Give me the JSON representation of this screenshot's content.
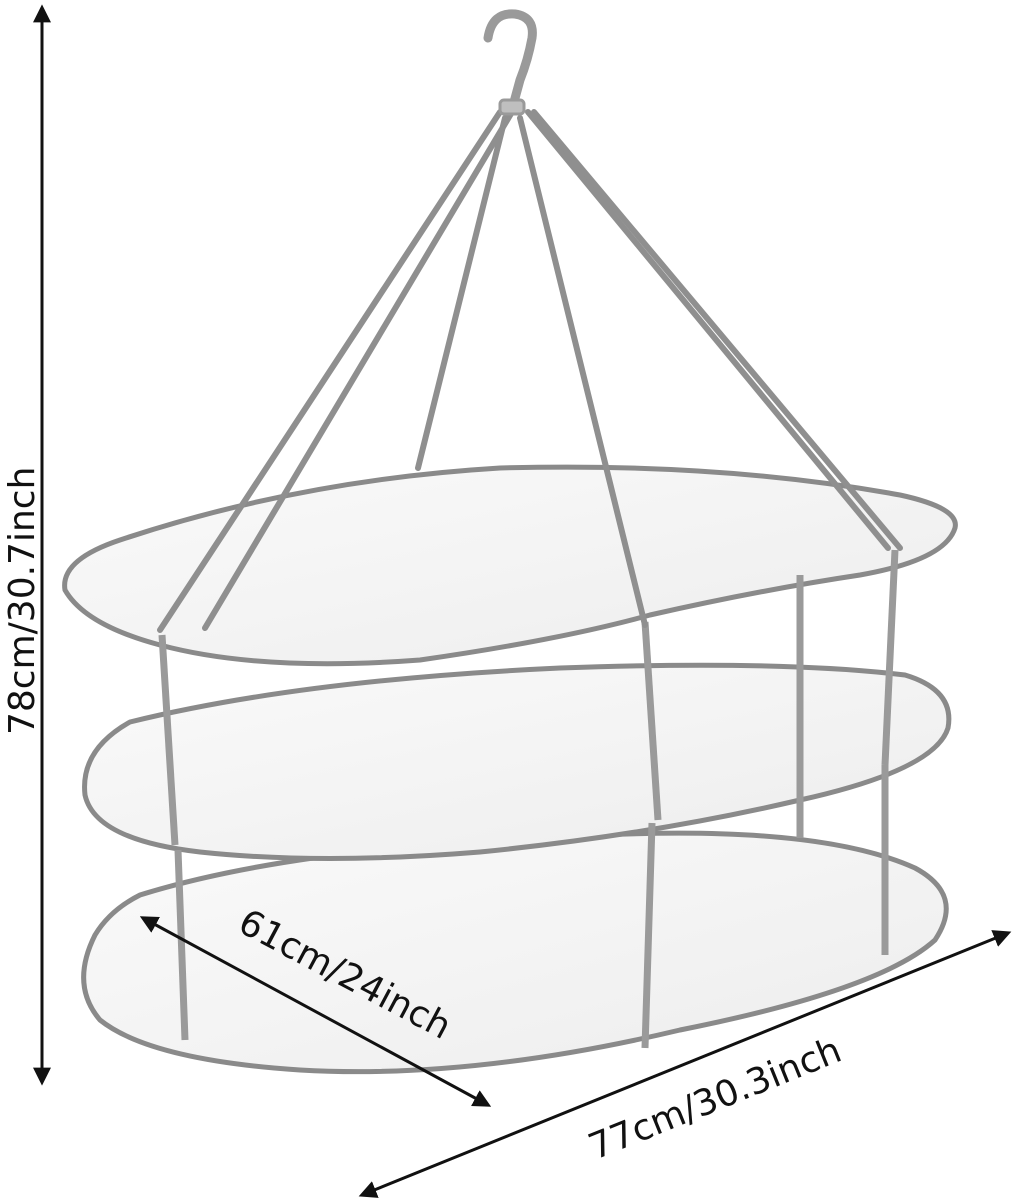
{
  "product": {
    "name": "3-tier hanging mesh drying rack",
    "tiers": 3
  },
  "dimensions": {
    "height": "78cm/30.7inch",
    "depth": "61cm/24inch",
    "width": "77cm/30.3inch"
  },
  "colors": {
    "frame": "#8a8a8a",
    "mesh": "#f3f3f3",
    "arrow": "#111111",
    "background": "#ffffff"
  }
}
